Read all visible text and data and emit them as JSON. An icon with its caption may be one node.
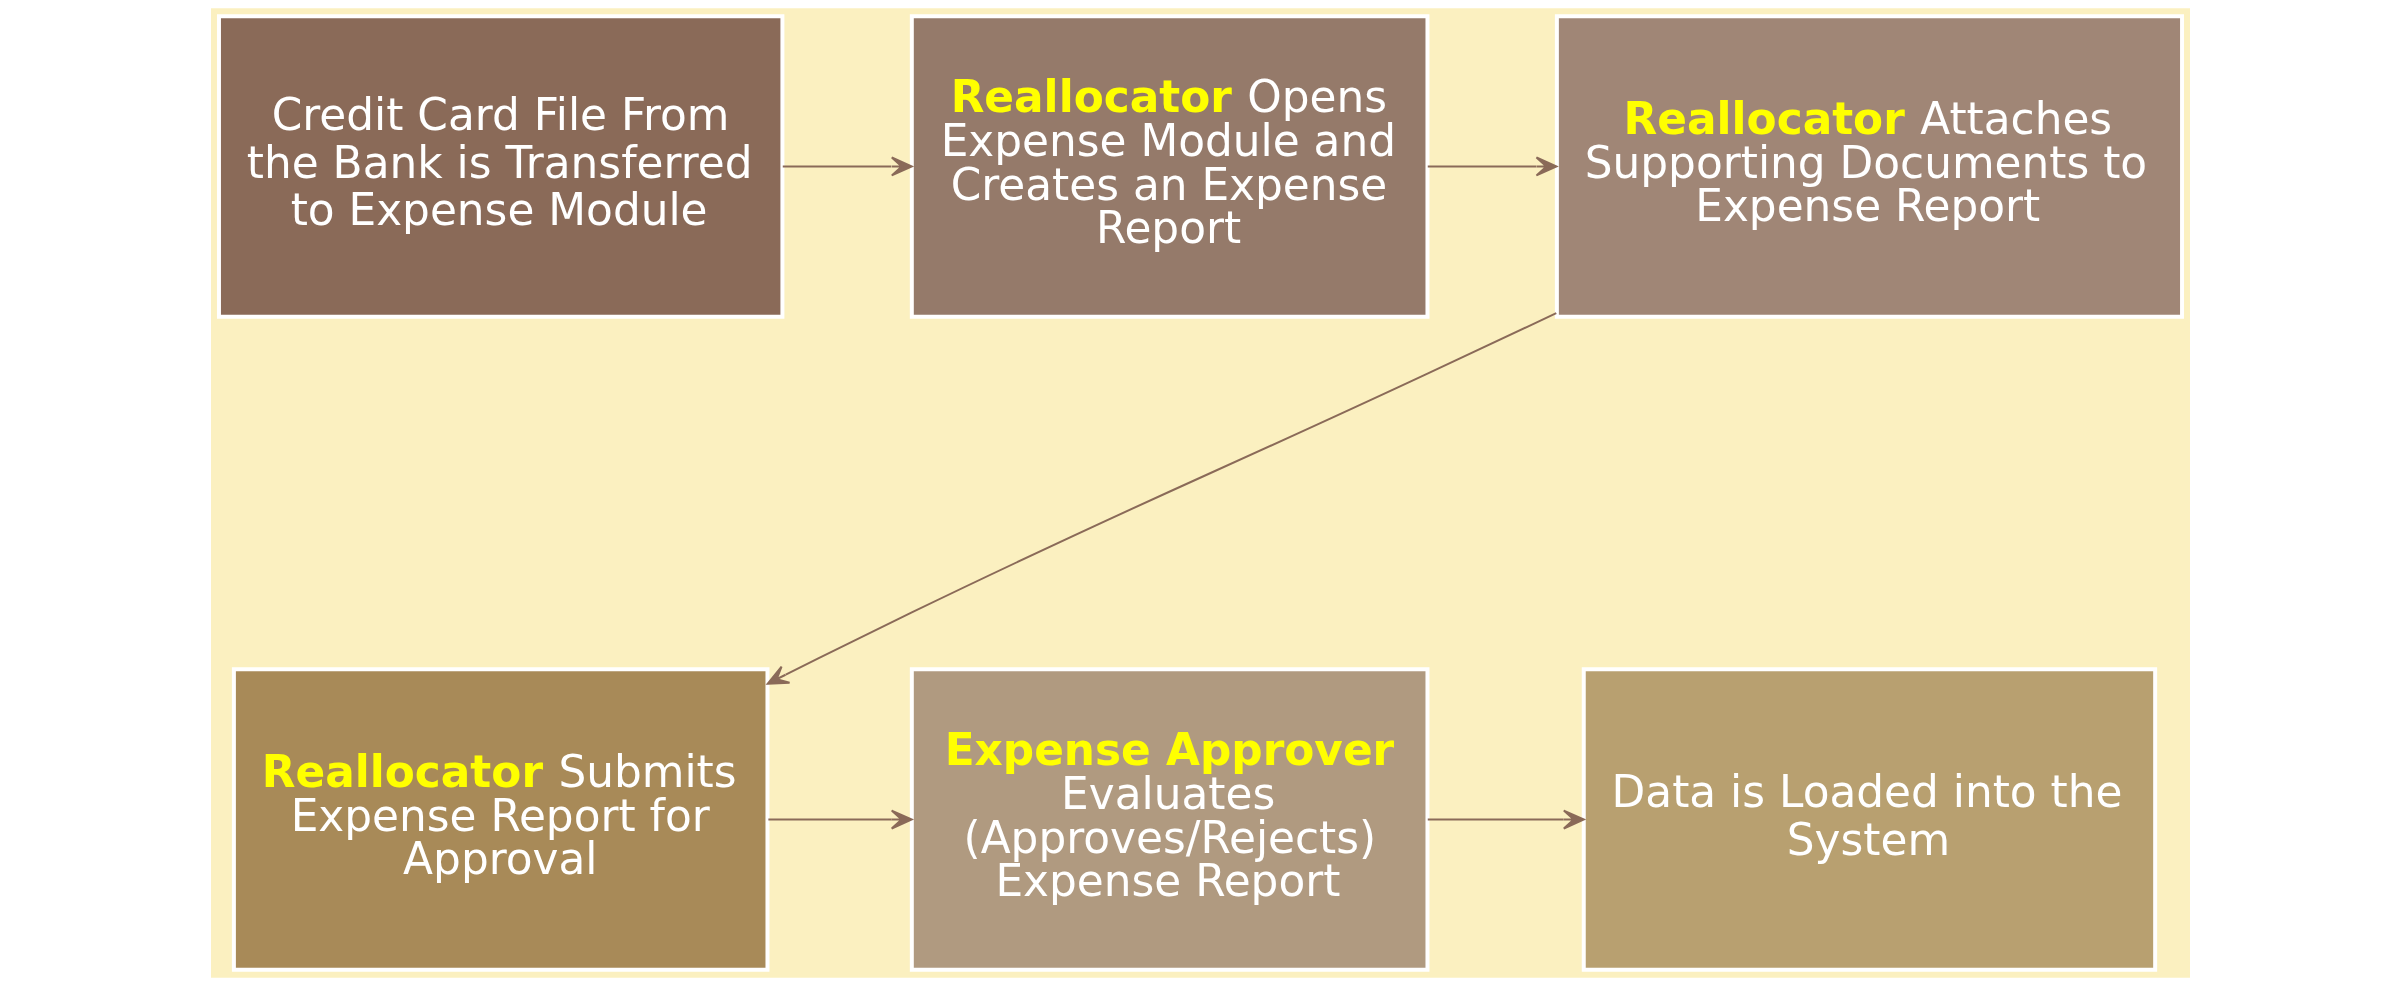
{
  "diagram": {
    "nodes": [
      {
        "text": [
          "Credit Card File From the Bank is Transferred to Expense Module"
        ]
      },
      {
        "text": [
          "**Reallocator** Opens Expense Module and Creates an Expense Report"
        ]
      },
      {
        "text": [
          "**Reallocator** Attaches Supporting Documents to Expense Report"
        ]
      },
      {
        "text": [
          "**Reallocator** Submits Expense Report for Approval"
        ]
      },
      {
        "text": [
          "**Expense Approver** Evaluates (Approves/Rejects) Expense Report"
        ]
      },
      {
        "text": [
          "Data is Loaded into the System"
        ]
      }
    ],
    "edges": [
      {
        "from": 0,
        "to": 1,
        "arrow": "to"
      },
      {
        "from": 1,
        "to": 2,
        "arrow": "to"
      },
      {
        "from": 2,
        "to": 3,
        "arrow": "to"
      },
      {
        "from": 3,
        "to": 4,
        "arrow": "to"
      },
      {
        "from": 4,
        "to": 5,
        "arrow": "to"
      }
    ]
  }
}
